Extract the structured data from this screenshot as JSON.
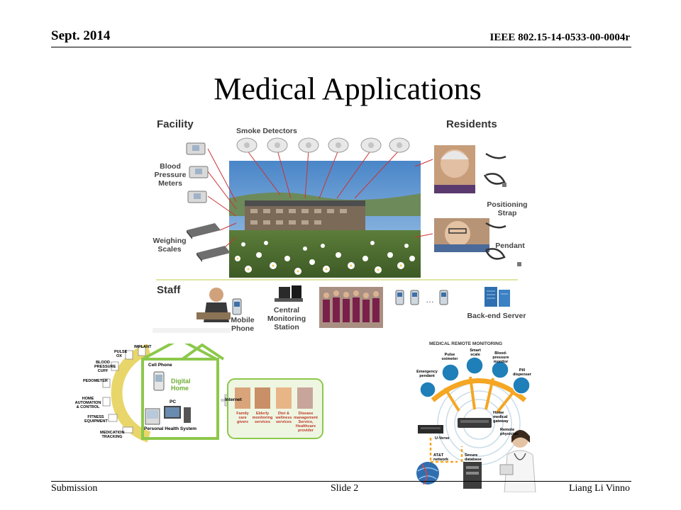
{
  "header": {
    "date": "Sept. 2014",
    "doc_id": "IEEE 802.15-14-0533-00-0004r"
  },
  "title": "Medical Applications",
  "figure_main": {
    "facility": "Facility",
    "residents": "Residents",
    "smoke_detectors": "Smoke Detectors",
    "blood_pressure": [
      "Blood",
      "Pressure",
      "Meters"
    ],
    "weighing": [
      "Weighing",
      "Scales"
    ],
    "positioning": [
      "Positioning",
      "Strap"
    ],
    "pendant": "Pendant",
    "staff": "Staff",
    "mobile_phone": [
      "Mobile",
      "Phone"
    ],
    "central_station": [
      "Central",
      "Monitoring",
      "Station"
    ],
    "backend_server": "Back-end Server"
  },
  "figure_home": {
    "arc_labels": [
      "PULSE OX",
      "IMPLANT",
      "BLOOD PRESSURE CUFF",
      "PEDOMETER",
      "HOME AUTOMATION & CONTROL",
      "FITNESS EQUIPMENT",
      "MEDICATION TRACKING"
    ],
    "cell_phone": "Cell Phone",
    "digital_home": [
      "Digital",
      "Home"
    ],
    "pc": "PC",
    "phs": "Personal Health System",
    "internet": "Internet",
    "services": [
      [
        "Family",
        "care",
        "givers"
      ],
      [
        "Elderly",
        "monitoring",
        "services"
      ],
      [
        "Diet &",
        "wellness",
        "services"
      ],
      [
        "Disease",
        "management",
        "Service,",
        "Healthcare",
        "provider"
      ]
    ]
  },
  "figure_remote": {
    "title": "MEDICAL REMOTE MONITORING",
    "devices": [
      "Pulse oximeter",
      "Smart scale",
      "Blood-pressure monitor",
      "Emergency pendant",
      "Pill dispenser"
    ],
    "gateway": [
      "Home",
      "medical",
      "gateway"
    ],
    "uverse": "U-Verse",
    "att": [
      "AT&T",
      "network"
    ],
    "secure_db": [
      "Secure",
      "database"
    ],
    "physician": [
      "Remote",
      "physician"
    ]
  },
  "footer": {
    "submission": "Submission",
    "slide": "Slide 2",
    "author": "Liang Li Vinno"
  },
  "colors": {
    "home_green": "#8cc84b",
    "home_arc": "#e9d66a",
    "remote_orange": "#f5a623",
    "remote_blue": "#1f7fb8"
  }
}
